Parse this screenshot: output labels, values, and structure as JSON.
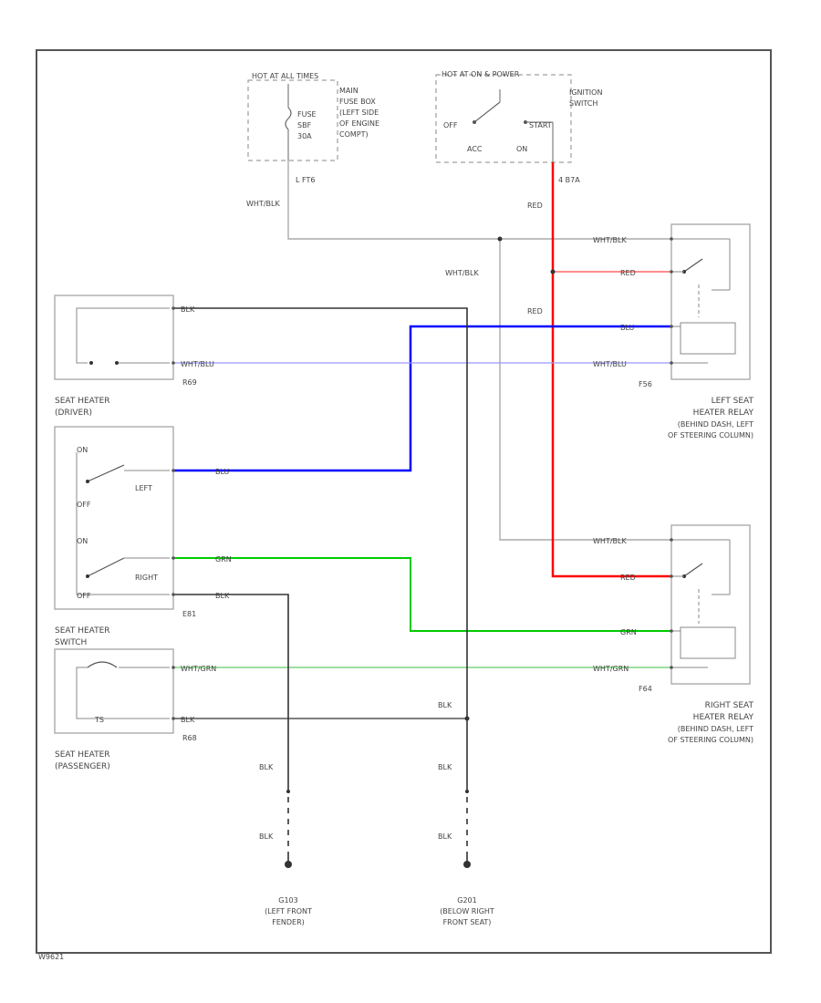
{
  "boxes": {
    "hot_at_all_times": "HOT AT ALL TIMES",
    "main_fuse_box": [
      "MAIN",
      "FUSE BOX",
      "(LEFT SIDE",
      "OF ENGINE",
      "COMPT)"
    ],
    "fuse": [
      "FUSE",
      "SBF",
      "30A"
    ],
    "hot_in_on": "HOT AT ON & POWER",
    "ignition_switch": [
      "IGNITION",
      "SWITCH"
    ],
    "ign_positions": {
      "off": "OFF",
      "acc": "ACC",
      "on": "ON",
      "start": "START"
    }
  },
  "wire_labels": {
    "lft6": "L FT6",
    "wht_blk_main": "WHT/BLK",
    "e_b7a": "4 B7A",
    "red_main": "RED",
    "wht_blk_2": "WHT/BLK",
    "red_2": "RED",
    "wht_blk_r1": "WHT/BLK",
    "red_r1": "RED",
    "blu_r1": "BLU",
    "wht_blu_r1": "WHT/BLU",
    "blk_driver": "BLK",
    "wht_blu_driver": "WHT/BLU",
    "blu_switch": "BLU",
    "grn_switch": "GRN",
    "blk_switch": "BLK",
    "wht_blk_r2": "WHT/BLK",
    "red_r2": "RED",
    "grn_r2": "GRN",
    "wht_grn_r2": "WHT/GRN",
    "wht_grn_pass": "WHT/GRN",
    "blk_pass": "BLK",
    "blk_join": "BLK",
    "blk_g1_a": "BLK",
    "blk_g1_b": "BLK",
    "blk_g2_a": "BLK",
    "blk_g2_b": "BLK"
  },
  "components": {
    "driver_heater": [
      "SEAT HEATER",
      "(DRIVER)"
    ],
    "driver_conn": "R69",
    "switch_title": [
      "SEAT HEATER",
      "SWITCH"
    ],
    "switch_conn": "E81",
    "switch_left": "LEFT",
    "switch_right": "RIGHT",
    "switch_off1": "OFF",
    "switch_off2": "OFF",
    "switch_on1": "ON",
    "switch_on2": "ON",
    "pass_heater": [
      "SEAT HEATER",
      "(PASSENGER)"
    ],
    "pass_conn": "R68",
    "pass_sensor": "TS",
    "left_relay": [
      "LEFT SEAT",
      "HEATER RELAY",
      "(BEHIND DASH, LEFT",
      "OF STEERING COLUMN)"
    ],
    "left_relay_conn": "F56",
    "right_relay": [
      "RIGHT SEAT",
      "HEATER RELAY",
      "(BEHIND DASH, LEFT",
      "OF STEERING COLUMN)"
    ],
    "right_relay_conn": "F64"
  },
  "grounds": {
    "g1": [
      "G103",
      "(LEFT FRONT",
      "FENDER)"
    ],
    "g2": [
      "G201",
      "(BELOW RIGHT",
      "FRONT SEAT)"
    ]
  },
  "footer_code": "W9621",
  "colors": {
    "red": "#ff0000",
    "blue": "#0000ff",
    "green": "#00cc00",
    "gray": "#888888",
    "black": "#222222"
  }
}
